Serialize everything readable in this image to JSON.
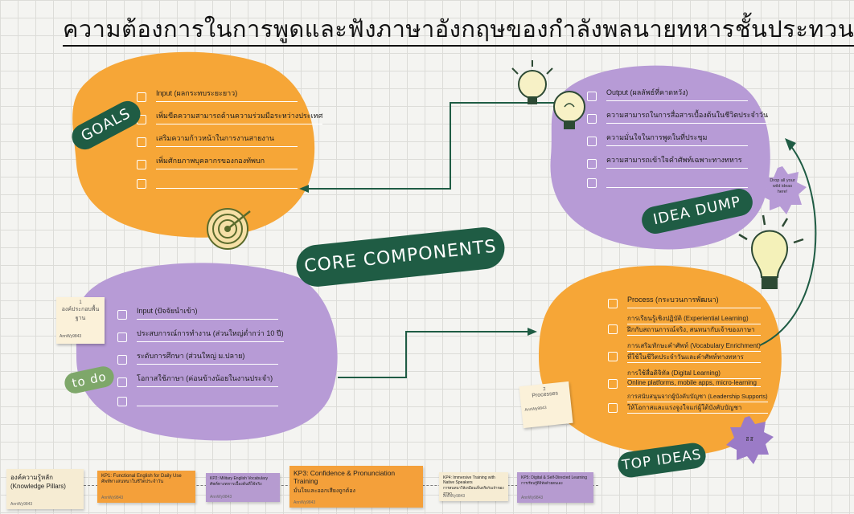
{
  "title": "ความต้องการในการพูดและฟังภาษาอังกฤษของกำลังพลนายทหารชั้นประทวน",
  "goals": {
    "badge": "GOALS",
    "items": [
      "Input (ผลกระทบระยะยาว)",
      "เพิ่มขีดความสามารถด้านความร่วมมือระหว่างประเทศ",
      "เสริมความก้าวหน้าในการงานสายงาน",
      "เพิ่มศักยภาพบุคลากรของกองทัพบก",
      ""
    ]
  },
  "idea_dump": {
    "badge": "IDEA DUMP",
    "items": [
      "Output (ผลลัพธ์ที่คาดหวัง)",
      "ความสามารถในการสื่อสารเบื้องต้นในชีวิตประจำวัน",
      "ความมั่นใจในการพูดในที่ประชุม",
      "ความสามารถเข้าใจคำศัพท์เฉพาะทางทหาร",
      ""
    ],
    "sticker": "Drop all your wild ideas here!"
  },
  "core": {
    "label": "CORE COMPONENTS"
  },
  "todo": {
    "badge": "to do",
    "items": [
      "Input (ปัจจัยนำเข้า)",
      "ประสบการณ์การทำงาน (ส่วนใหญ่ต่ำกว่า 10 ปี)",
      "ระดับการศึกษา (ส่วนใหญ่ ม.ปลาย)",
      "โอกาสใช้ภาษา (ค่อนข้างน้อยในงานประจำ)",
      ""
    ],
    "sticky_num": "1",
    "sticky_text": "องค์ประกอบพื้นฐาน",
    "sticky_by": "AnnWy9843"
  },
  "top_ideas": {
    "badge": "TOP IDEAS",
    "header": "Process (กระบวนการพัฒนา)",
    "items": [
      "การเรียนรู้เชิงปฏิบัติ (Experiential Learning)",
      "ฝึกกับสถานการณ์จริง, สนทนากับเจ้าของภาษา",
      "การเสริมทักษะคำศัพท์ (Vocabulary Enrichment)",
      "ที่ใช้ในชีวิตประจำวันและคำศัพท์ทางทหาร",
      "การใช้สื่อดิจิทัล (Digital Learning)",
      "Online platforms, mobile apps, micro-learning",
      "การสนับสนุนจากผู้บังคับบัญชา (Leadership Supports)",
      "ให้โอกาสและแรงจูงใจแก่ผู้ใต้บังคับบัญชา"
    ],
    "sticky_num": "2",
    "sticky_text": "Processes",
    "sticky_by": "AnnWy9843",
    "star_text": "ฮึ ฮึ"
  },
  "bottom": {
    "cards": [
      {
        "text": "องค์ความรู้หลัก (Knowledge Pillars)",
        "sub": "",
        "by": "AnnWy9843"
      },
      {
        "text": "KP1: Functional English for Daily Use",
        "sub": "ศัพท์ทางสนทนาในชีวิตประจำวัน",
        "by": "AnnWy9843"
      },
      {
        "text": "KP2: Military English Vocabulary",
        "sub": "ศัพท์ทางทหารเบื้องต้นที่ใช้จริง",
        "by": "AnnWy9843"
      },
      {
        "text": "KP3: Confidence & Pronunciation Training",
        "sub": "มั่นใจและออกเสียงถูกต้อง",
        "by": "AnnWy9843"
      },
      {
        "text": "KP4: Immersive Training with Native Speakers",
        "sub": "การสนทนาให้เหมือนเห็นจริงกับเจ้าของภาษา",
        "by": "AnnWy9843"
      },
      {
        "text": "KP5: Digital & Self-Directed Learning",
        "sub": "การเรียนรู้ดิจิทัลด้วยตนเอง",
        "by": "AnnWy9843"
      }
    ]
  },
  "colors": {
    "orange": "#f6a637",
    "purple": "#b79bd6",
    "green": "#1f5c44",
    "cream": "#f6ecd3"
  }
}
